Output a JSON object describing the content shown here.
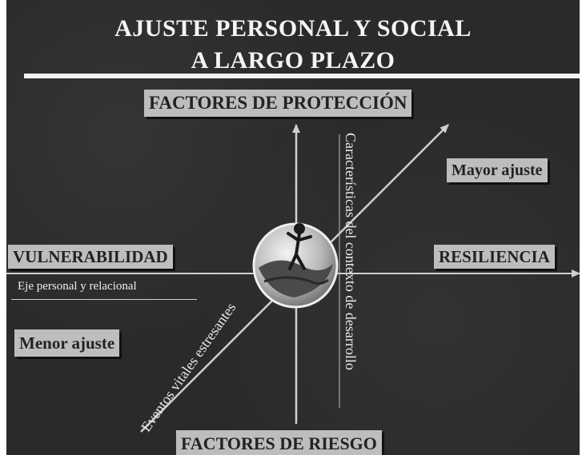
{
  "title": {
    "line1": "AJUSTE PERSONAL Y SOCIAL",
    "line2": "A LARGO PLAZO"
  },
  "labels": {
    "factores_proteccion": "FACTORES DE PROTECCIÓN",
    "factores_riesgo": "FACTORES DE RIESGO",
    "vulnerabilidad": "VULNERABILIDAD",
    "resiliencia": "RESILIENCIA",
    "mayor_ajuste": "Mayor ajuste",
    "menor_ajuste": "Menor ajuste",
    "eje_personal": "Eje personal y relacional",
    "contexto": "Características del contexto de desarrollo",
    "eventos": "Eventos vitales estresantes"
  },
  "colors": {
    "background": "#2a2a2a",
    "box": "#bdbdbd",
    "text_light": "#f4f4f4",
    "arrow": "#cfcfcf"
  }
}
